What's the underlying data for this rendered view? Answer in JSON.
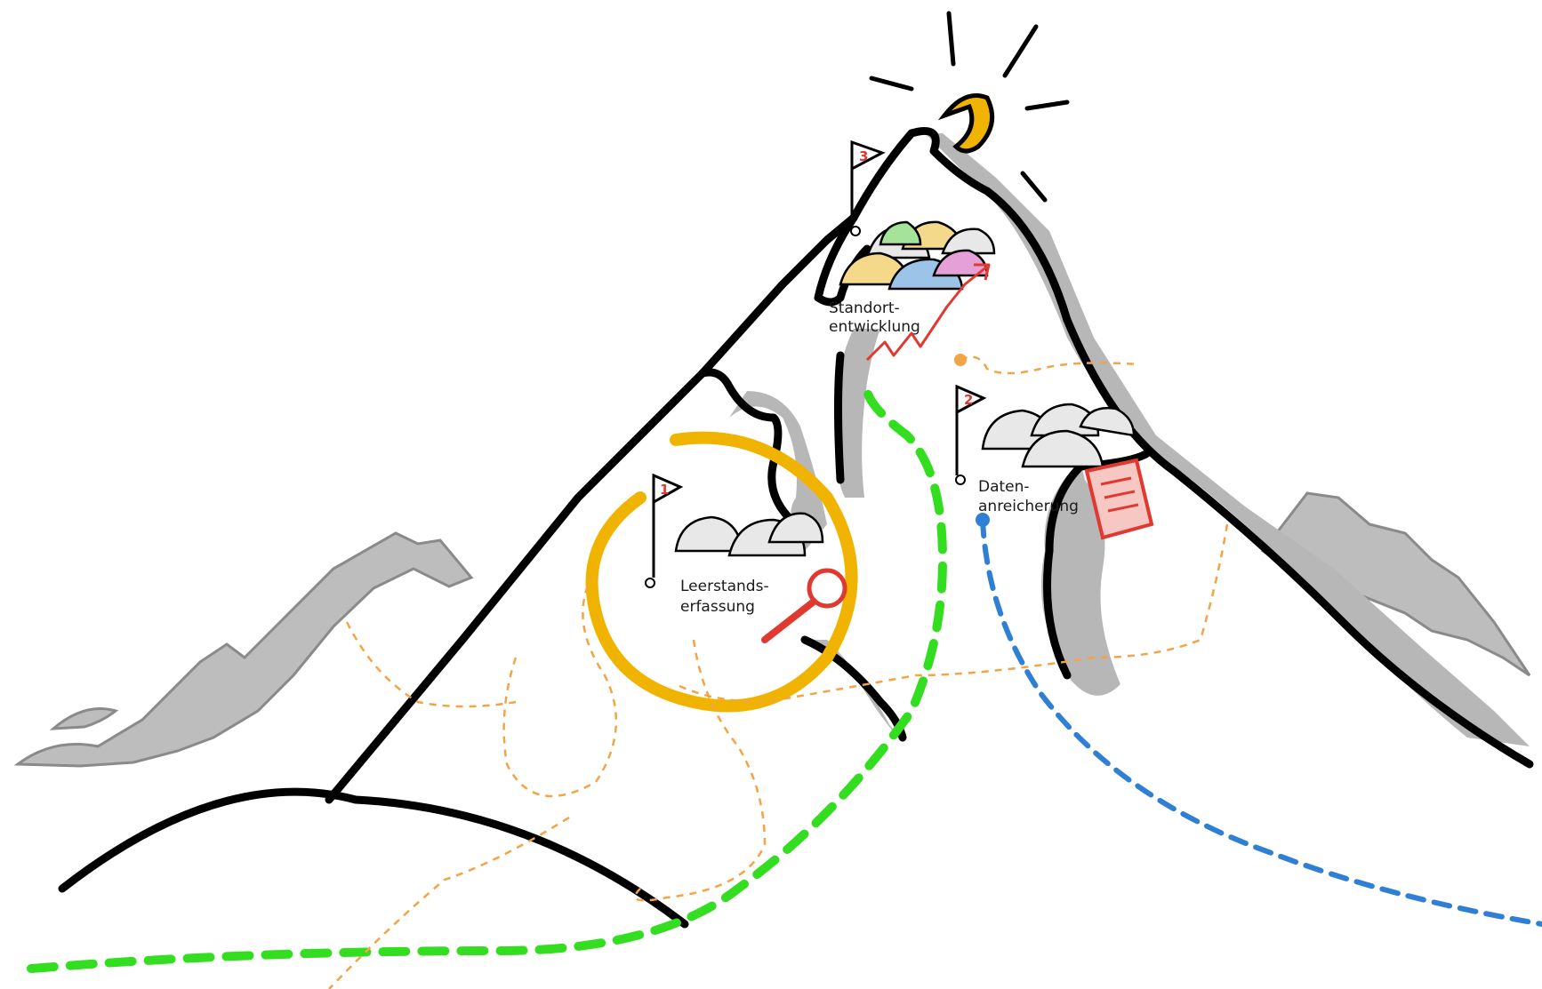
{
  "colors": {
    "outline": "#000000",
    "shadow": "#a8a8a8",
    "accent_yellow": "#f0b400",
    "accent_red": "#e03a30",
    "path_green": "#33dd1f",
    "path_blue": "#2f7fd4",
    "path_orange": "#f3a446"
  },
  "stations": [
    {
      "flag_number": "1",
      "label_line1": "Leerstands-",
      "label_line2": "erfassung",
      "icon": "magnifier-icon",
      "highlighted": true
    },
    {
      "flag_number": "2",
      "label_line1": "Daten-",
      "label_line2": "anreicherung",
      "icon": "document-icon",
      "highlighted": false
    },
    {
      "flag_number": "3",
      "label_line1": "Standort-",
      "label_line2": "entwicklung",
      "icon": "growth-arrow-icon",
      "highlighted": false
    }
  ],
  "paths": [
    {
      "name": "green-path",
      "color": "path_green"
    },
    {
      "name": "blue-path",
      "color": "path_blue"
    },
    {
      "name": "orange-path",
      "color": "path_orange"
    }
  ],
  "decorations": [
    "sun-icon",
    "mountain-range",
    "tent-cluster-icon"
  ]
}
